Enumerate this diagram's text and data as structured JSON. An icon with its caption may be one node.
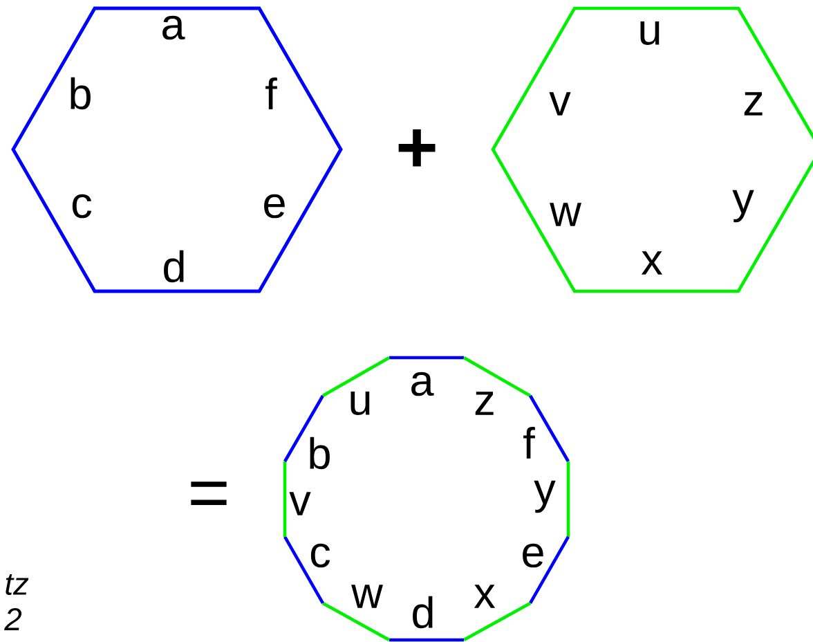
{
  "diagram": {
    "nodes": [
      {
        "text": [
          "a",
          "b",
          "f",
          "c",
          "e",
          "d"
        ]
      },
      {
        "text": [
          "u",
          "v",
          "z",
          "w",
          "y",
          "x"
        ]
      },
      {
        "text": [
          "a",
          "u",
          "z",
          "b",
          "f",
          "v",
          "y",
          "c",
          "e",
          "w",
          "x",
          "d"
        ]
      }
    ],
    "edges": [],
    "labels": [
      "+",
      "=",
      "*tz*",
      "*2*"
    ]
  }
}
